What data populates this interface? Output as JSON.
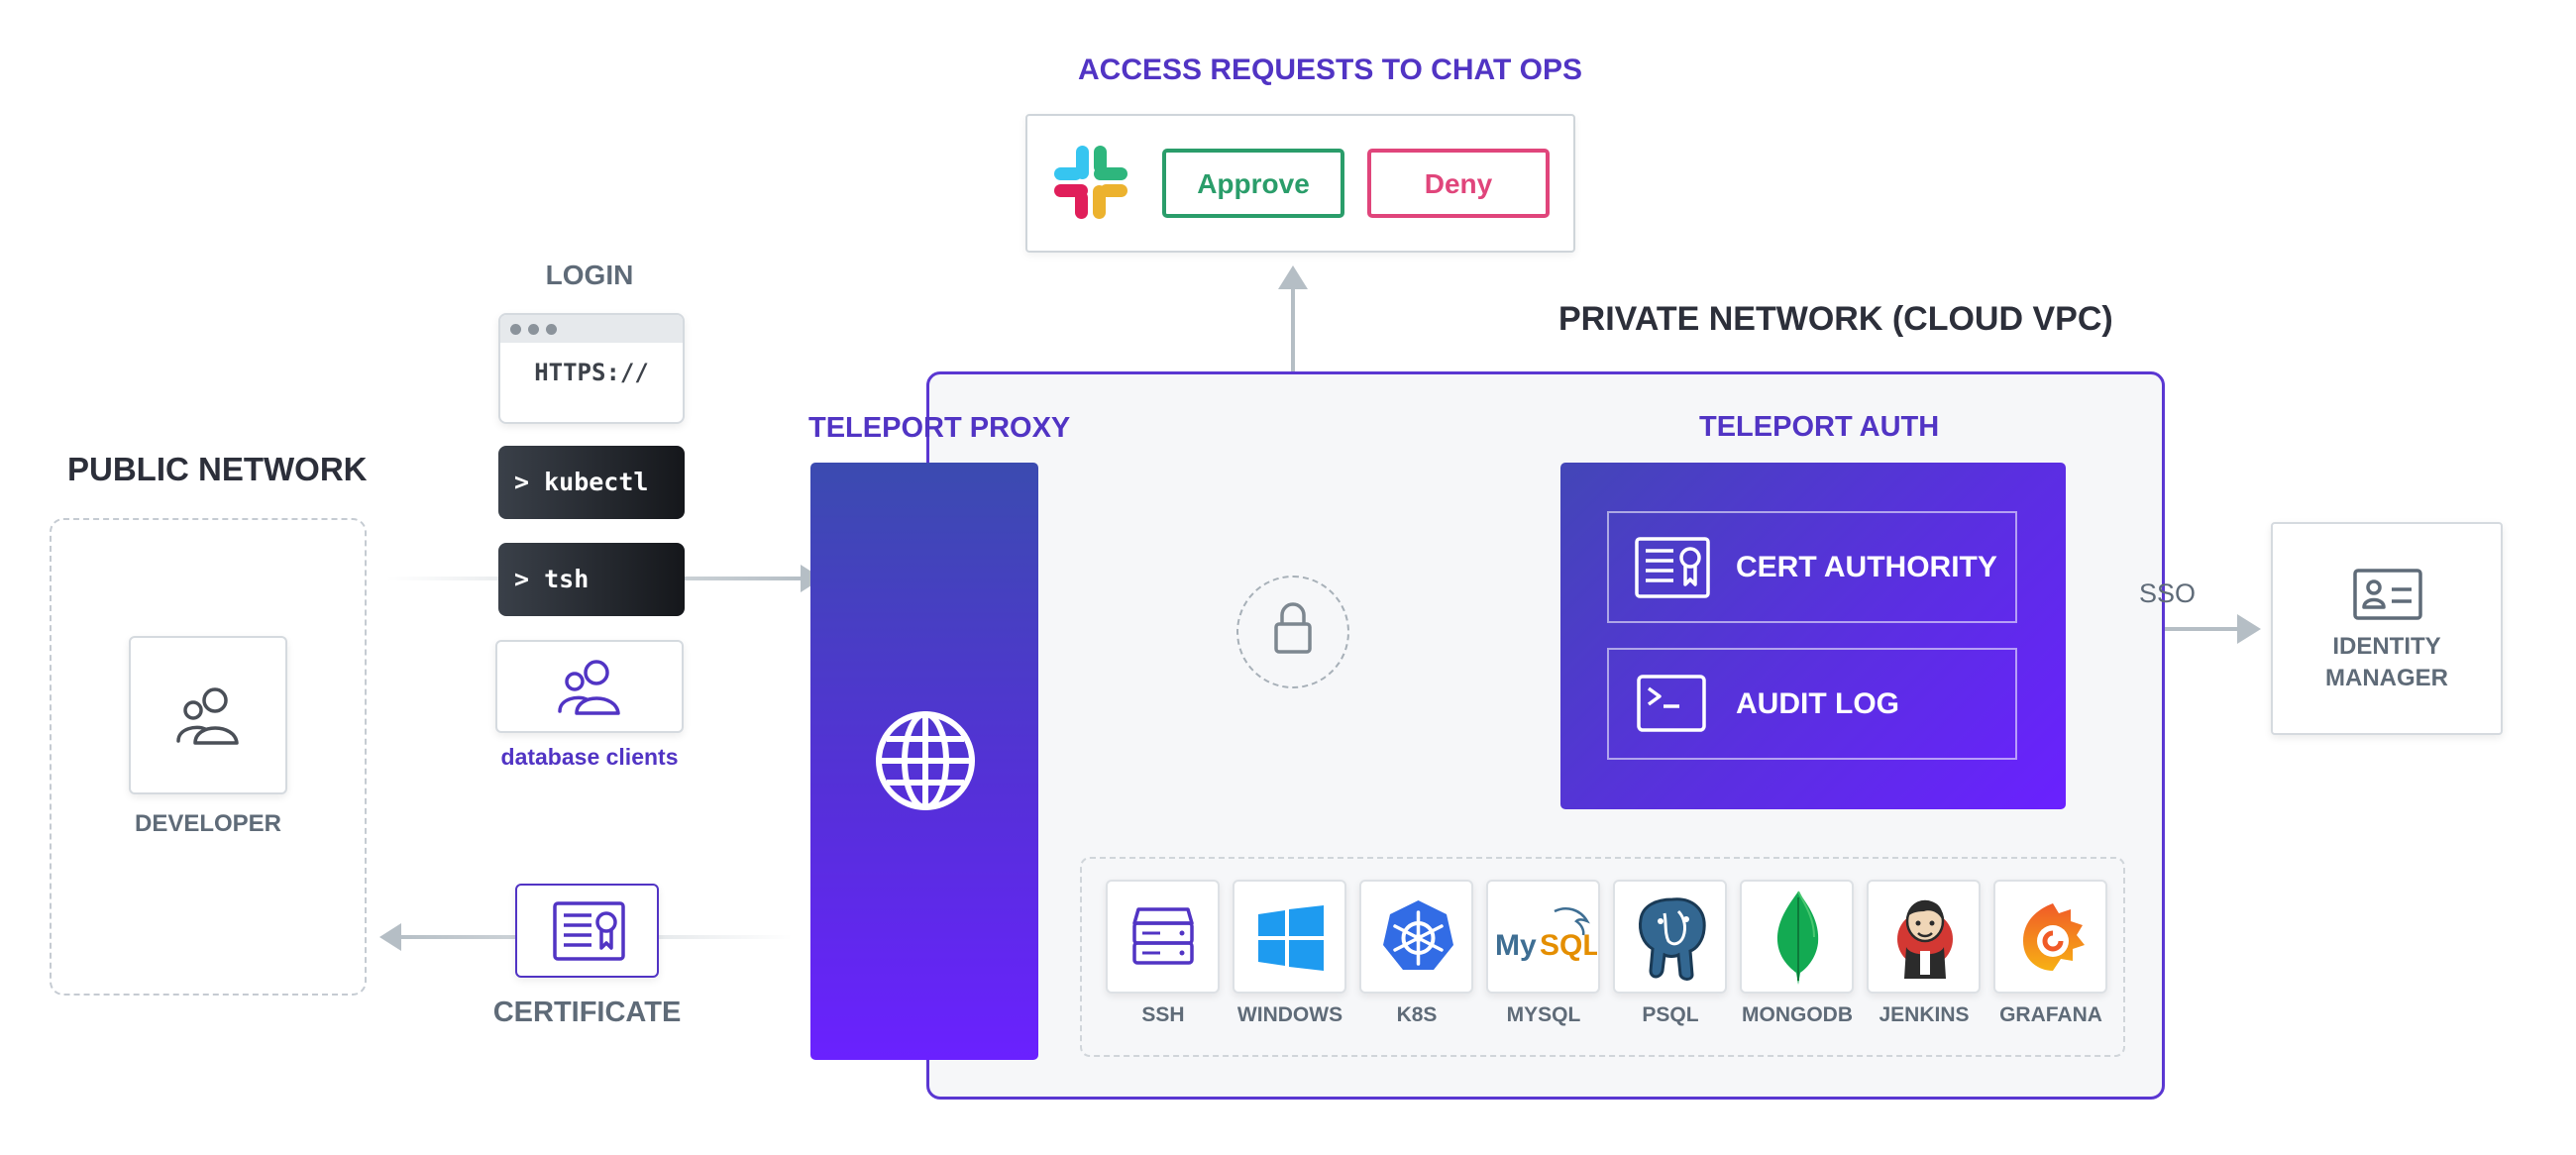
{
  "chat_ops": {
    "title": "ACCESS REQUESTS TO CHAT OPS",
    "approve_label": "Approve",
    "deny_label": "Deny",
    "logo_icon": "slack-icon",
    "approve_color": "#2a9d6a",
    "deny_color": "#e0457b"
  },
  "private_network": {
    "title": "PRIVATE NETWORK (CLOUD VPC)",
    "border_color": "#5a37d2"
  },
  "public_network": {
    "title": "PUBLIC NETWORK",
    "developer_label": "DEVELOPER"
  },
  "login": {
    "title": "LOGIN",
    "browser_text": "HTTPS://",
    "terminals": [
      "> kubectl",
      "> tsh"
    ],
    "database_clients_label": "database clients"
  },
  "certificate": {
    "label": "CERTIFICATE"
  },
  "proxy": {
    "title": "TELEPORT PROXY",
    "icon": "globe-icon"
  },
  "auth": {
    "title": "TELEPORT AUTH",
    "items": [
      {
        "label": "CERT AUTHORITY",
        "icon": "certificate-icon"
      },
      {
        "label": "AUDIT LOG",
        "icon": "terminal-icon"
      }
    ]
  },
  "sso": {
    "label": "SSO"
  },
  "identity_manager": {
    "label_line1": "IDENTITY",
    "label_line2": "MANAGER"
  },
  "services": [
    {
      "label": "SSH",
      "icon": "server-icon"
    },
    {
      "label": "WINDOWS",
      "icon": "windows-icon"
    },
    {
      "label": "K8S",
      "icon": "kubernetes-icon"
    },
    {
      "label": "MYSQL",
      "icon": "mysql-icon",
      "icon_text": "MySQL"
    },
    {
      "label": "PSQL",
      "icon": "postgresql-icon"
    },
    {
      "label": "MONGODB",
      "icon": "mongodb-icon"
    },
    {
      "label": "JENKINS",
      "icon": "jenkins-icon"
    },
    {
      "label": "GRAFANA",
      "icon": "grafana-icon"
    }
  ],
  "colors": {
    "accent": "#5134c4",
    "proxy_gradient_end": "#6a21ff",
    "arrow": "#b5bec5"
  }
}
